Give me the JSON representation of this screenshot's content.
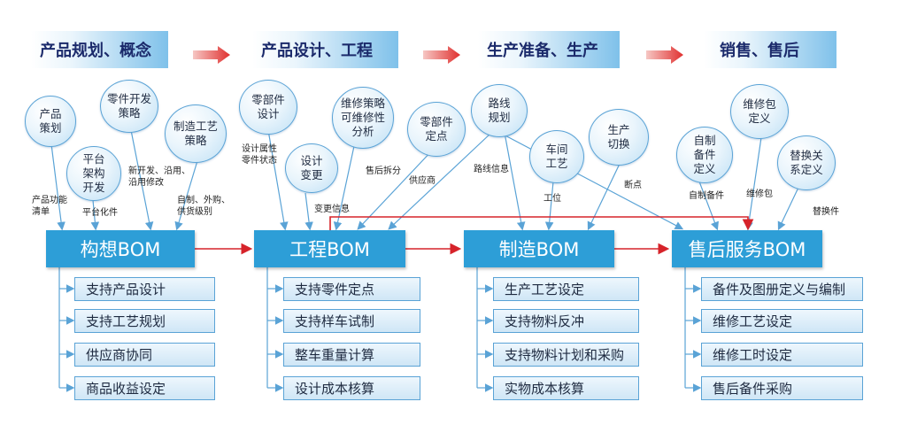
{
  "stages": [
    {
      "label": "产品规划、概念"
    },
    {
      "label": "产品设计、工程"
    },
    {
      "label": "生产准备、生产"
    },
    {
      "label": "销售、售后"
    }
  ],
  "bubbles": {
    "product_planning": "产品\n策划",
    "platform_dev": "平台\n架构\n开发",
    "part_dev_strategy": "零件开发\n策略",
    "process_strategy": "制造工艺\n策略",
    "part_design": "零部件\n设计",
    "design_change": "设计\n变更",
    "maintenance_strategy": "维修策略\n可维修性\n分析",
    "part_location": "零部件\n定点",
    "route_plan": "路线\n规划",
    "workshop_process": "车间\n工艺",
    "production_switch": "生产\n切换",
    "self_made_part": "自制\n备件\n定义",
    "maint_package": "维修包\n定义",
    "replace_relation": "替换关\n系定义"
  },
  "notes": {
    "product_function": "产品功能\n清单",
    "platformization": "平台化件",
    "new_dev": "新开发、沿用、\n沿用修改",
    "self_made_purchase": "自制、外购、\n供货级别",
    "design_attr": "设计属性\n零件状态",
    "change_info": "变更信息",
    "after_sales_split": "售后拆分",
    "supplier": "供应商",
    "route_info": "路线信息",
    "station": "工位",
    "breakpoint": "断点",
    "self_made_parts": "自制备件",
    "maint_pkg": "维修包",
    "replacement": "替换件"
  },
  "boms": [
    {
      "title": "构想BOM",
      "features": [
        "支持产品设计",
        "支持工艺规划",
        "供应商协同",
        "商品收益设定"
      ]
    },
    {
      "title": "工程BOM",
      "features": [
        "支持零件定点",
        "支持样车试制",
        "整车重量计算",
        "设计成本核算"
      ]
    },
    {
      "title": "制造BOM",
      "features": [
        "生产工艺设定",
        "支持物料反冲",
        "支持物料计划和采购",
        "实物成本核算"
      ]
    },
    {
      "title": "售后服务BOM",
      "features": [
        "备件及图册定义与编制",
        "维修工艺设定",
        "维修工时设定",
        "售后备件采购"
      ]
    }
  ],
  "colors": {
    "bom_fill": "#2d9ed7",
    "flow_arrow": "#d6232a",
    "stage_arrow": "#e0302f",
    "line_blue": "#5aa3d6"
  }
}
